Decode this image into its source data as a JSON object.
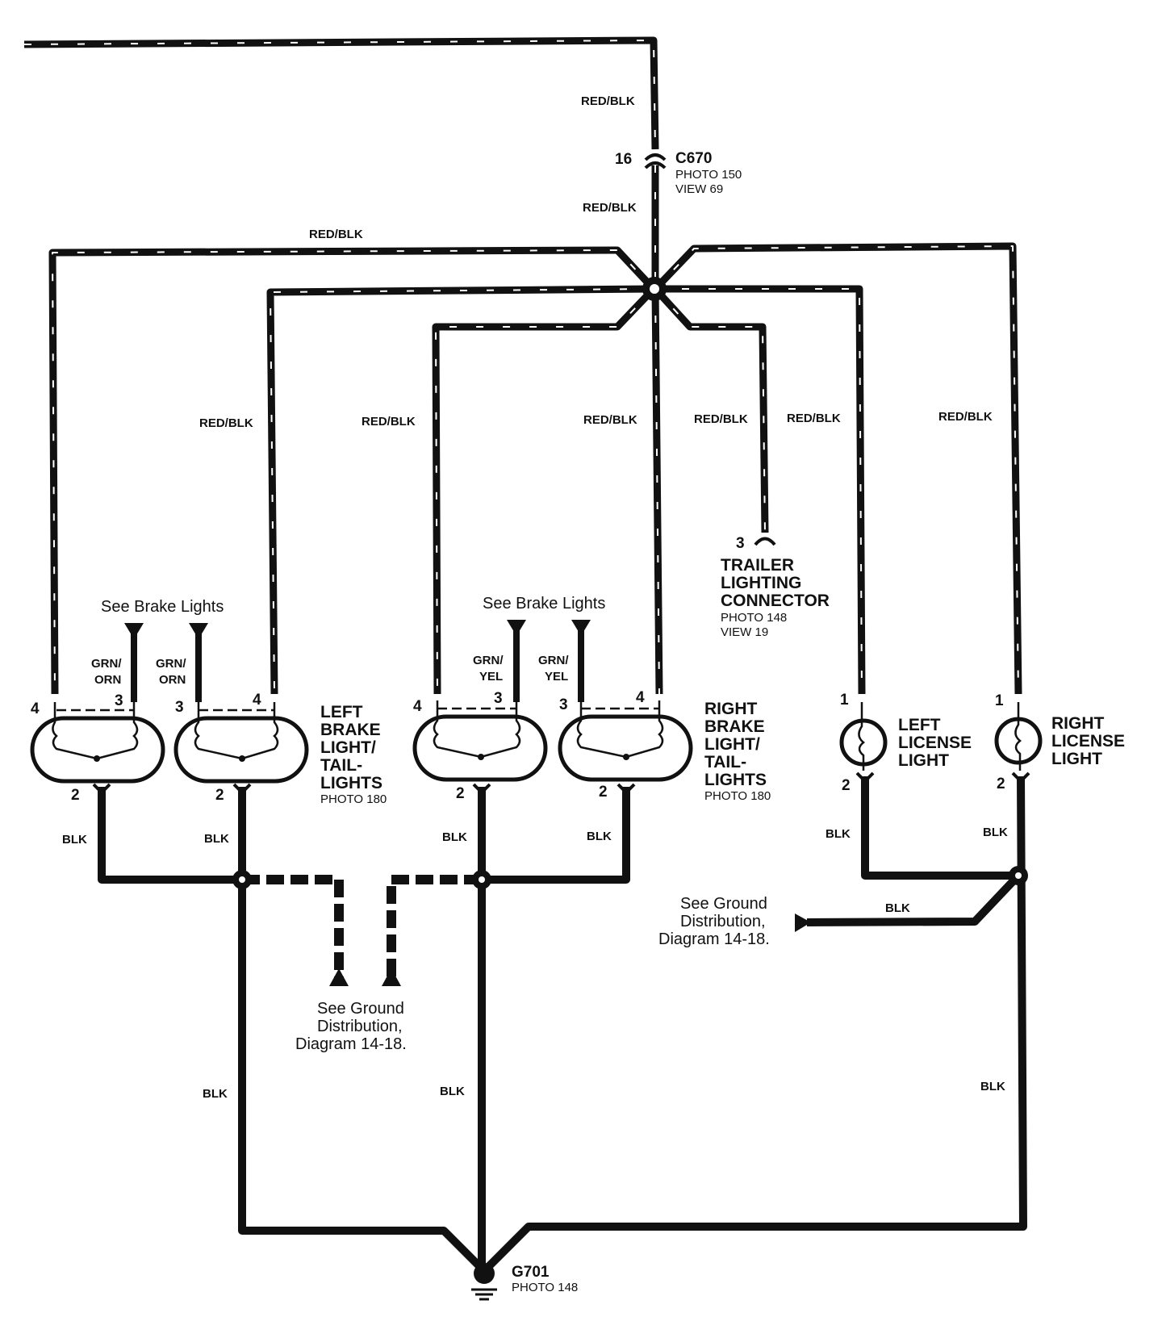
{
  "wires": {
    "red_blk": "RED/BLK",
    "blk": "BLK",
    "grn_orn_1": "GRN/",
    "grn_orn_2": "ORN",
    "grn_yel_1": "GRN/",
    "grn_yel_2": "YEL"
  },
  "connector_c670": {
    "name": "C670",
    "pin": "16",
    "photo": "PHOTO 150",
    "view": "VIEW 69"
  },
  "trailer_connector": {
    "pin": "3",
    "title_lines": [
      "TRAILER",
      "LIGHTING",
      "CONNECTOR"
    ],
    "photo": "PHOTO 148",
    "view": "VIEW 19"
  },
  "left_brake_light": {
    "title_lines": [
      "LEFT",
      "BRAKE",
      "LIGHT/",
      "TAIL-",
      "LIGHTS"
    ],
    "photo": "PHOTO 180",
    "pins": [
      "4",
      "3",
      "3",
      "4",
      "2",
      "2"
    ]
  },
  "right_brake_light": {
    "title_lines": [
      "RIGHT",
      "BRAKE",
      "LIGHT/",
      "TAIL-",
      "LIGHTS"
    ],
    "photo": "PHOTO 180",
    "pins": [
      "4",
      "3",
      "3",
      "4",
      "2",
      "2"
    ]
  },
  "left_license_light": {
    "title_lines": [
      "LEFT",
      "LICENSE",
      "LIGHT"
    ],
    "pins": [
      "1",
      "2"
    ]
  },
  "right_license_light": {
    "title_lines": [
      "RIGHT",
      "LICENSE",
      "LIGHT"
    ],
    "pins": [
      "1",
      "2"
    ]
  },
  "see_brake_lights": "See Brake Lights",
  "ground_ref": {
    "lines": [
      "See Ground",
      "Distribution,",
      "Diagram 14-18."
    ]
  },
  "ground_g701": {
    "name": "G701",
    "photo": "PHOTO 148"
  },
  "colors": {
    "ink": "#111111",
    "paper": "#ffffff"
  }
}
